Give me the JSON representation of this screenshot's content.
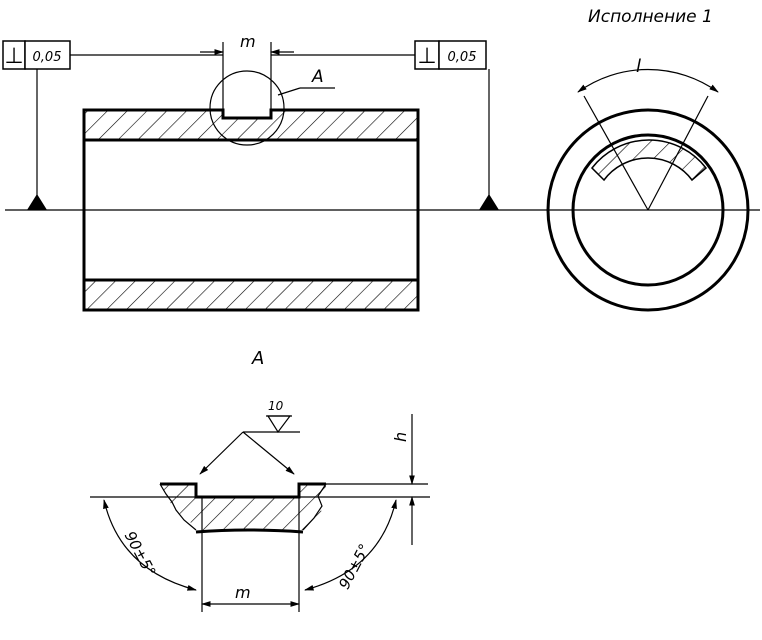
{
  "title": "Исполнение 1",
  "tolerance_left": {
    "symbol": "⊥",
    "value": "0,05"
  },
  "tolerance_right": {
    "symbol": "⊥",
    "value": "0,05"
  },
  "labels": {
    "slot_width_top": "m",
    "detail_callout": "A",
    "arc_dimension": "l",
    "detail_title": "A",
    "roughness": "10",
    "depth": "h",
    "slot_width_bottom": "m",
    "angle_left": "90±5°",
    "angle_right": "90±5°"
  }
}
